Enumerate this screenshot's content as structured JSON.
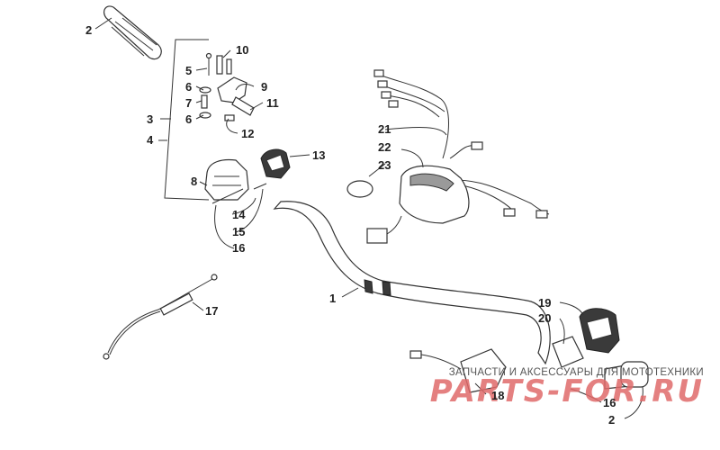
{
  "labels": {
    "n1": "1",
    "n2a": "2",
    "n2b": "2",
    "n3": "3",
    "n4": "4",
    "n5": "5",
    "n6a": "6",
    "n6b": "6",
    "n7": "7",
    "n8": "8",
    "n9": "9",
    "n10": "10",
    "n11": "11",
    "n12": "12",
    "n13": "13",
    "n14": "14",
    "n15": "15",
    "n16a": "16",
    "n16b": "16",
    "n17": "17",
    "n18": "18",
    "n19": "19",
    "n20": "20",
    "n21": "21",
    "n22": "22",
    "n23": "23"
  },
  "watermark": {
    "tagline": "ЗАПЧАСТИ И АКСЕССУАРЫ ДЛЯ МОТОТЕХНИКИ",
    "logo": "PARTS-FOR.RU",
    "color": "#e06a6a"
  },
  "colors": {
    "line": "#333333",
    "fill_dark": "#3a3a3a",
    "fill_grey": "#9a9a9a"
  }
}
